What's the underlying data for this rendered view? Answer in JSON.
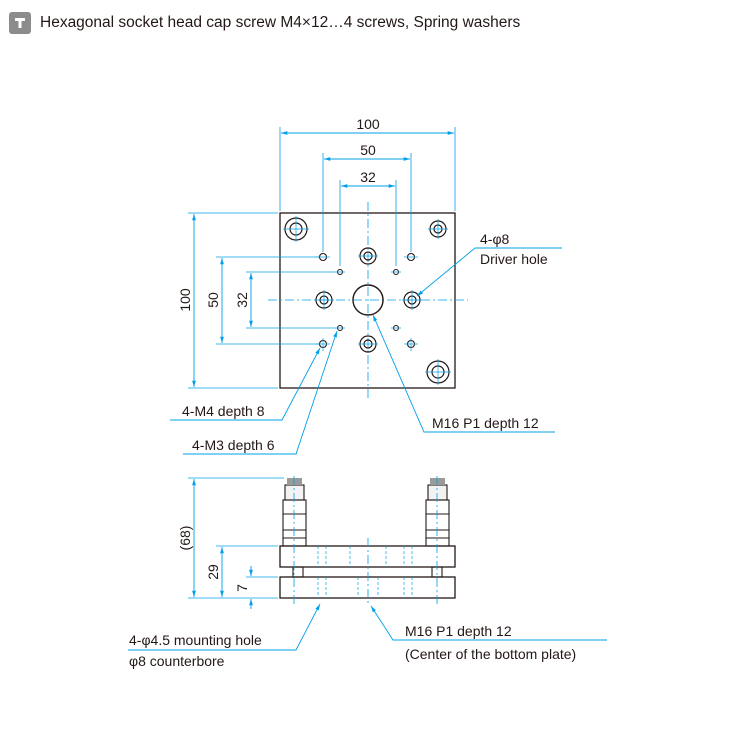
{
  "header": {
    "icon": "t-bracket-icon",
    "text": "Hexagonal socket head cap screw M4×12…4 screws, Spring washers"
  },
  "top_view": {
    "dim_width_100": "100",
    "dim_width_50": "50",
    "dim_width_32": "32",
    "dim_height_100": "100",
    "dim_height_50": "50",
    "dim_height_32": "32",
    "callout_driver_line1": "4-φ8",
    "callout_driver_line2": "Driver hole",
    "callout_m4": "4-M4 depth 8",
    "callout_m3": "4-M3 depth 6",
    "callout_m16": "M16 P1 depth 12"
  },
  "side_view": {
    "dim_68": "(68)",
    "dim_29": "29",
    "dim_7": "7",
    "callout_mount_line1": "4-φ4.5 mounting hole",
    "callout_mount_line2": "φ8 counterbore",
    "callout_m16_line1": "M16 P1 depth 12",
    "callout_m16_line2": "(Center of the bottom plate)"
  },
  "colors": {
    "outline": "#231815",
    "dimension": "#00a0e9",
    "icon_bg": "#8c8c8c"
  }
}
